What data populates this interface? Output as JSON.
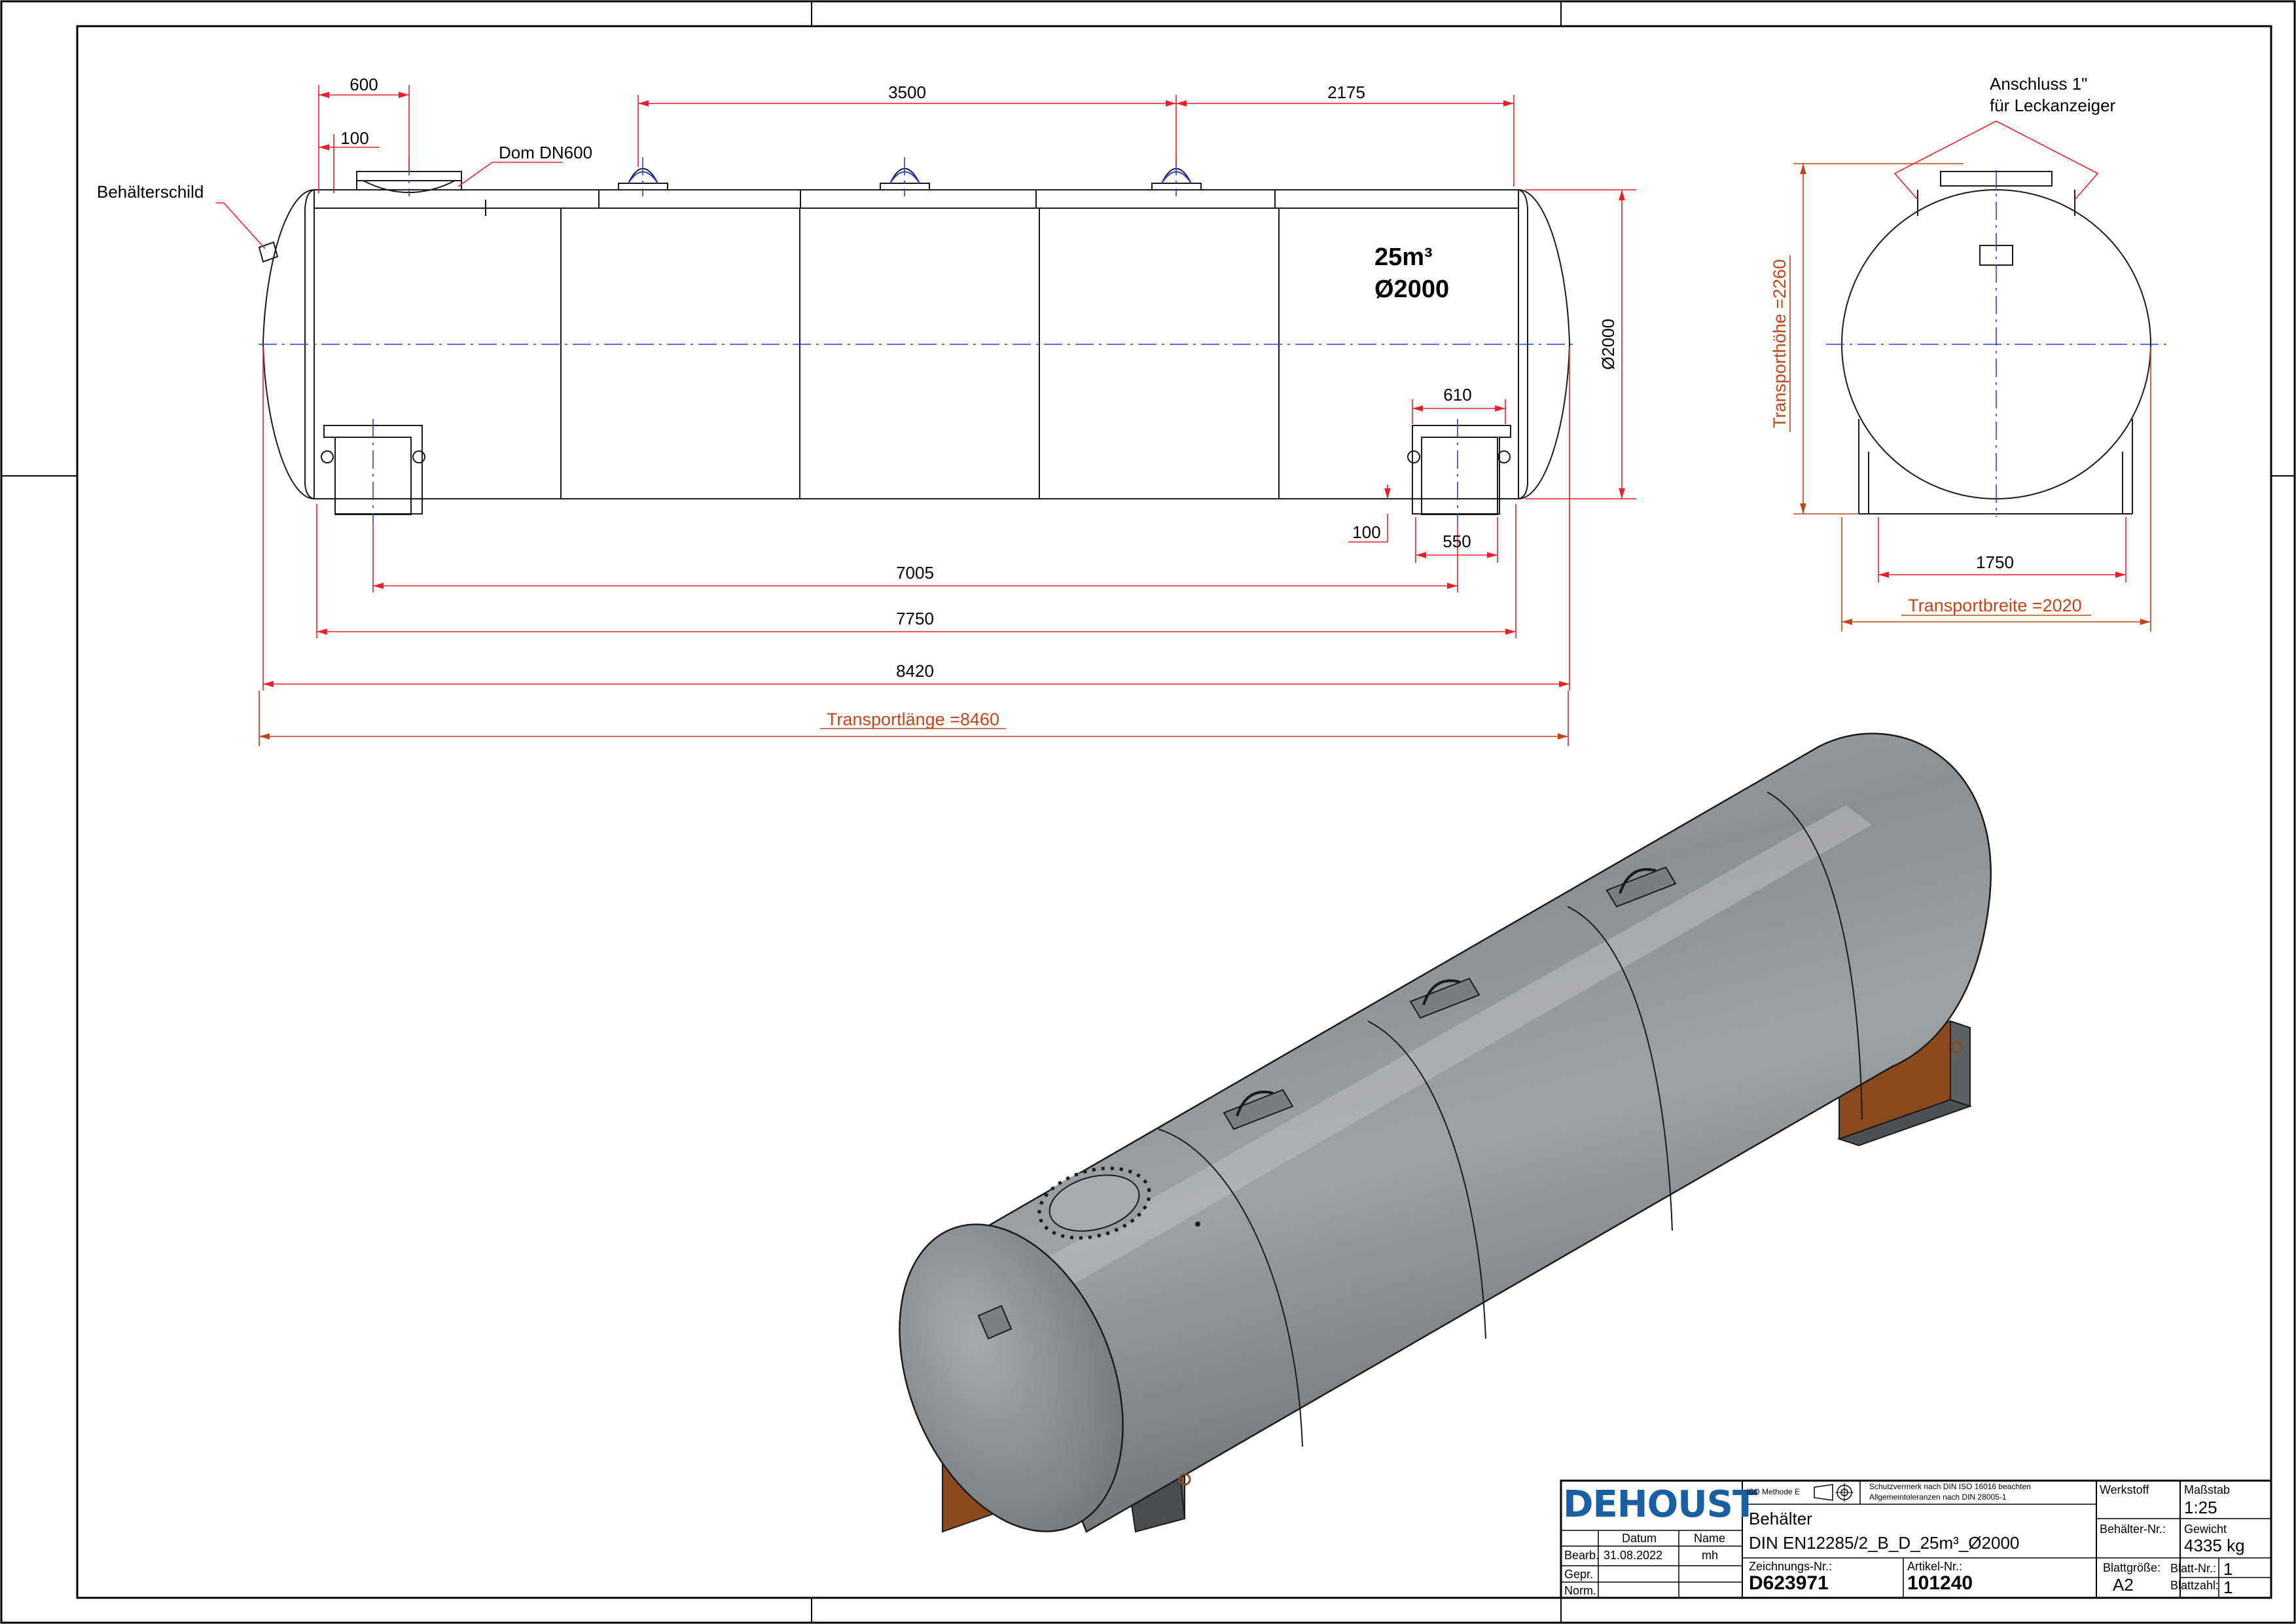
{
  "drawing": {
    "dimensions": {
      "dim_600": "600",
      "dim_100_top": "100",
      "dim_3500": "3500",
      "dim_2175": "2175",
      "dim_diameter": "Ø2000",
      "dim_610": "610",
      "dim_100_bottom": "100",
      "dim_550": "550",
      "dim_7005": "7005",
      "dim_7750": "7750",
      "dim_8420": "8420",
      "dim_1750": "1750"
    },
    "transport": {
      "length": "Transportlänge =8460",
      "width": "Transportbreite =2020",
      "height": "Transporthöhe =2260"
    },
    "labels": {
      "nameplate": "Behälterschild",
      "dome": "Dom DN600",
      "connection_line1": "Anschluss 1\"",
      "connection_line2": "für Leckanzeiger",
      "volume": "25m³",
      "diameter": "Ø2000"
    }
  },
  "title_block": {
    "logo": "DEHOUST",
    "iso_method": "ISO Methode E",
    "protection_line1": "Schutzvermerk nach DIN ISO 16016 beachten",
    "protection_line2": "Allgemeintoleranzen nach DIN 28005-1",
    "col_date": "Datum",
    "col_name": "Name",
    "row_bearb": "Bearb.",
    "row_gepr": "Gepr.",
    "row_norm": "Norm.",
    "bearb_date": "31.08.2022",
    "bearb_name": "mh",
    "title": "Behälter",
    "subtitle": "DIN EN12285/2_B_D_25m³_Ø2000",
    "drawing_no_label": "Zeichnungs-Nr.:",
    "drawing_no": "D623971",
    "article_no_label": "Artikel-Nr.:",
    "article_no": "101240",
    "material_label": "Werkstoff",
    "container_no_label": "Behälter-Nr.:",
    "sheet_size_label": "Blattgröße:",
    "sheet_size": "A2",
    "scale_label": "Maßstab",
    "scale": "1:25",
    "weight_label": "Gewicht",
    "weight": "4335 kg",
    "sheet_no_label": "Blatt-Nr.:",
    "sheet_no": "1",
    "sheet_count_label": "Blattzahl:",
    "sheet_count": "1"
  },
  "colors": {
    "dimension": "#e8202a",
    "centerline": "#2b3fd6",
    "transport": "#c0451a",
    "outline": "#1a1a1a",
    "tank_body": "#8f9295",
    "saddle": "#8b4a1e",
    "logo": "#1b5fa3"
  }
}
